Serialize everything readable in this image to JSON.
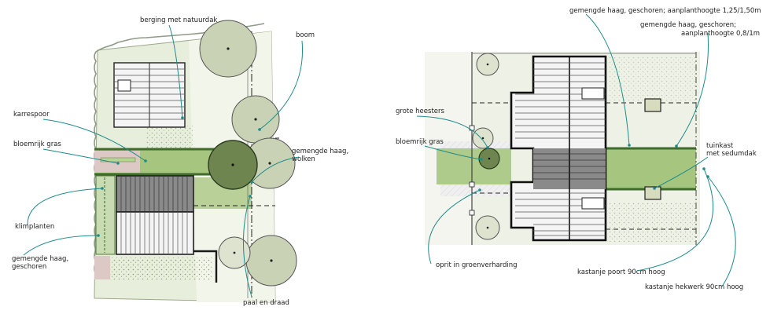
{
  "left_plan": {
    "labels": {
      "berging": "berging met natuurdak",
      "boom": "boom",
      "karrespoor": "karrespoor",
      "bloemrijk_gras": "bloemrijk gras",
      "gemengde_haag_wolken": [
        "gemengde haag,",
        "wolken"
      ],
      "klimplanten": "klimplanten",
      "gemengde_haag_geschoren": [
        "gemengde haag,",
        "geschoren"
      ],
      "paal_en_draad": "paal en draad"
    }
  },
  "right_plan": {
    "labels": {
      "haag_150": "gemengde haag, geschoren; aanplanthoogte 1,25/1,50m",
      "haag_080": [
        "gemengde haag, geschoren;",
        "aanplanthoogte 0,8/1m"
      ],
      "grote_heesters": "grote heesters",
      "bloemrijk_gras": "bloemrijk gras",
      "tuinkast": [
        "tuinkast",
        "met sedumdak"
      ],
      "oprit": "oprit in groenverharding",
      "kastanje_poort": "kastanje poort 90cm hoog",
      "kastanje_hekwerk": "kastanje hekwerk 90cm hoog"
    }
  },
  "colors": {
    "lawn": "#e7eedb",
    "grass_strip": "#a6c680",
    "hedge": "#4e7a34",
    "tree": "#c9d2b4",
    "tree_dark": "#6f8550",
    "roof_light": "#f2f2f2",
    "roof_dark": "#8a8a8a",
    "path_pink": "#dcc8c4",
    "leader": "#1e8b8b"
  }
}
